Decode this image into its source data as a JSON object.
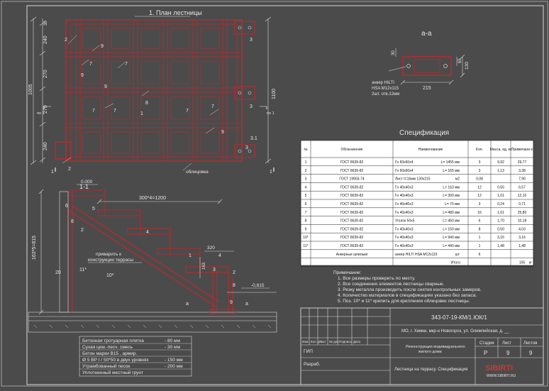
{
  "plan": {
    "title": "1. План лестницы",
    "dims_left": [
      "240",
      "270",
      "270",
      "240"
    ],
    "dim_total": "1005",
    "dim_right": "1100",
    "mark_top": "30",
    "cut_labels": [
      "по 1",
      "по 1",
      "1",
      "1"
    ],
    "positions": [
      "2",
      "9",
      "7",
      "7",
      "9",
      "7",
      "7",
      "8",
      "1",
      "7",
      "7",
      "9",
      "2",
      "3",
      "3",
      "3",
      "3.1",
      "9"
    ],
    "cladding": "облицовка"
  },
  "section_aa": {
    "title": "а-а",
    "dim_width": "215",
    "dim_height": "130",
    "dim_small_1": "30",
    "dim_small_2": "65",
    "anchor_note": [
      "анкер HILTI",
      "HSA M12x115",
      "2шт. отв.12мм"
    ]
  },
  "section_11": {
    "title": "1-1",
    "level_top": "0.000",
    "level_bottom": "-0,815",
    "dim_steps": "300*4=1200",
    "dim_height": "163*5=815",
    "dim_320": "320",
    "dim_163": "163",
    "note": [
      "приварить к",
      "конструкции террасы"
    ],
    "positions": [
      "6",
      "5",
      "8",
      "2",
      "4",
      "20",
      "11*",
      "10*",
      "1",
      "4",
      "3",
      "2",
      "8",
      "9",
      "а",
      "а"
    ]
  },
  "spec": {
    "title": "Спецификация",
    "headers": [
      "№",
      "Обозначение",
      "Наименование",
      "Кол.",
      "Масса, ед. кг.",
      "Примечани е"
    ],
    "rows": [
      {
        "n": "1",
        "doc": "ГОСТ 8639-82",
        "name": "Гн 60х60х4",
        "len": "L= 1455 мм",
        "qty": "3",
        "mass": "9,92",
        "note": "29,77"
      },
      {
        "n": "2",
        "doc": "ГОСТ 8639-82",
        "name": "Гн 60х60х4",
        "len": "L= 165 мм",
        "qty": "3",
        "mass": "1,13",
        "note": "3,38"
      },
      {
        "n": "3",
        "doc": "ГОСТ 19903-74",
        "name": "Лист t=16мм 130х215",
        "len": "м2",
        "qty": "0,08",
        "mass": "",
        "note": "7,90"
      },
      {
        "n": "4",
        "doc": "ГОСТ 8639-82",
        "name": "Гн 40х40х3",
        "len": "L= 163 мм",
        "qty": "12",
        "mass": "0,55",
        "note": "6,57"
      },
      {
        "n": "5",
        "doc": "ГОСТ 8639-82",
        "name": "Гн 40х40х3",
        "len": "L= 300 мм",
        "qty": "12",
        "mass": "1,01",
        "note": "12,10"
      },
      {
        "n": "6",
        "doc": "ГОСТ 8639-82",
        "name": "Гн 40х40х3",
        "len": "L= 70 мм",
        "qty": "3",
        "mass": "0,24",
        "note": "0,71"
      },
      {
        "n": "7",
        "doc": "ГОСТ 8639-82",
        "name": "Гн 40х40х3",
        "len": "L= 480 мм",
        "qty": "16",
        "mass": "1,61",
        "note": "25,80"
      },
      {
        "n": "8",
        "doc": "ГОСТ 8639-82",
        "name": "Уголок 50х5",
        "len": "L= 450 мм",
        "qty": "6",
        "mass": "1,70",
        "note": "10,18"
      },
      {
        "n": "9",
        "doc": "ГОСТ 8639-82",
        "name": "Гн 40х40х3",
        "len": "L= 150 мм",
        "qty": "8",
        "mass": "0,50",
        "note": "4,03"
      },
      {
        "n": "10*",
        "doc": "ГОСТ 8639-82",
        "name": "Гн 40х40х3",
        "len": "L= 940 мм",
        "qty": "1",
        "mass": "3,16",
        "note": "3,16"
      },
      {
        "n": "11*",
        "doc": "ГОСТ 8639-82",
        "name": "Гн 40х40х3",
        "len": "L= 440 мм",
        "qty": "1",
        "mass": "1,48",
        "note": "1,48"
      },
      {
        "n": "",
        "doc": "Анкерные шпильки",
        "name": "анкер HILTI HSA M12x115",
        "len": "шт",
        "qty": "6",
        "mass": "",
        "note": ""
      }
    ],
    "total_label": "Итого:",
    "total_value": "105",
    "total_unit": "кг"
  },
  "notes": {
    "title": "Примечание:",
    "items": [
      "1.    Все размеры проверить по месту.",
      "2.    Все соединения элементов лестницы сварные.",
      "3.    Резку металла производить после снятия контрольных замеров.",
      "4.    Количество материалов в спецификациях указано без запаса.",
      "5.    Поз. 10* и 11* крепить для крепления облицовки лестницы."
    ]
  },
  "layers": [
    {
      "name": "Бетонная тротуарная плитка",
      "value": "- 80 мм"
    },
    {
      "name": "Сухая цем.-песч. смесь",
      "value": "- 30 мм"
    },
    {
      "name": "Бетон марки В15 , армир.",
      "value": ""
    },
    {
      "name": "Ø 5 ВР I / 50*50 в двух уровнях",
      "value": "- 150 мм"
    },
    {
      "name": "Утрамбованный песок",
      "value": "- 200 мм"
    },
    {
      "name": "Уплотненный местный грунт",
      "value": ""
    }
  ],
  "stamp": {
    "code": "343-07-19-КМ/1.ЮК/1",
    "address": "МО, г. Химки, мкр-н Новогорск, ул. Олимпийская, д. __",
    "col_headers": [
      "Изм.",
      "Кол. уч.",
      "Лист",
      "№ док.",
      "Подпись",
      "Дата"
    ],
    "gip": "ГИП",
    "razrab": "Разраб.",
    "project_name": [
      "Реконструкция индивидуального",
      "жилого дома"
    ],
    "sheet_name": "Лестница на террасу. Спецификация",
    "stage_label": "Стадия",
    "stage": "Р",
    "sheet_label": "Лист",
    "sheet": "9",
    "sheets_label": "Листов",
    "sheets": "9",
    "logo": "SIBIRTI",
    "logo_sub": "WWW.SIBIRTI.RU"
  }
}
